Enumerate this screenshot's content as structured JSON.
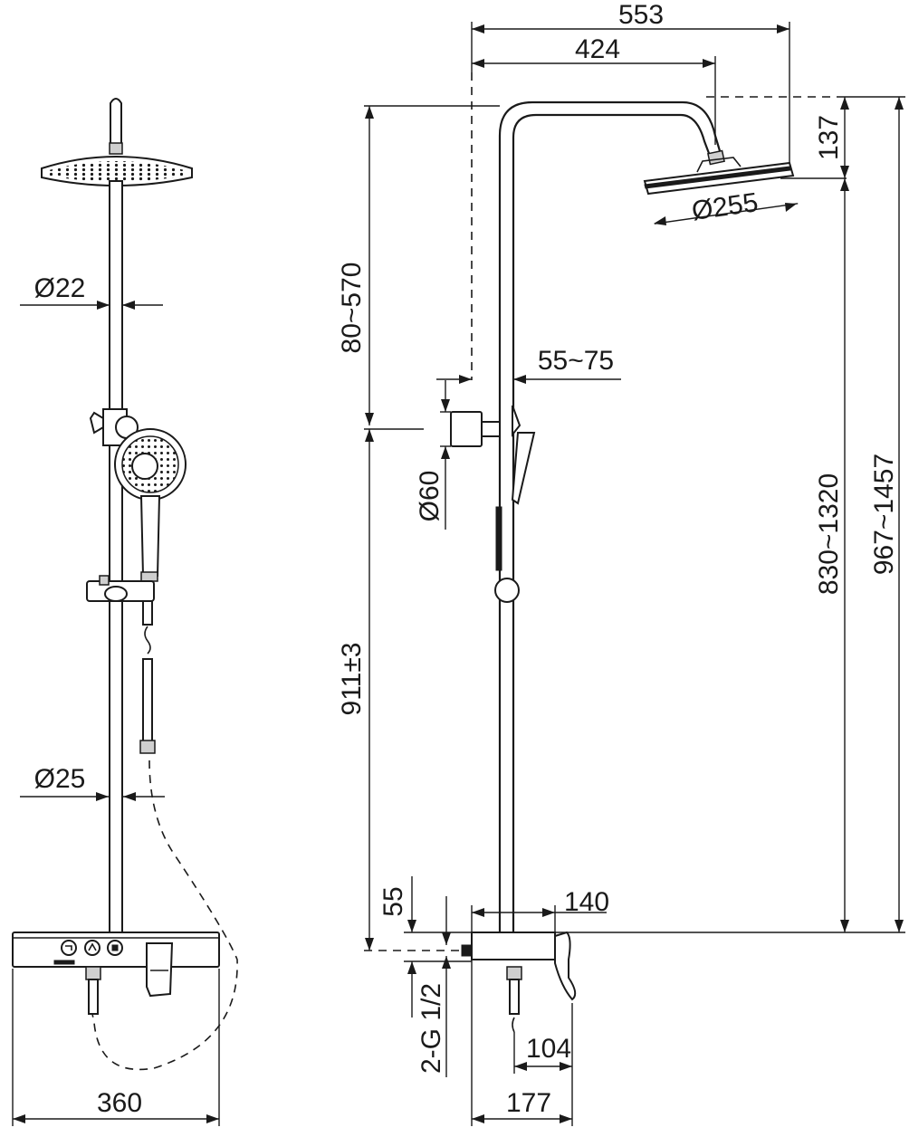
{
  "front_view": {
    "rod_diameter_label": "Ø22",
    "lower_rod_diameter_label": "Ø25",
    "width_label": "360"
  },
  "side_view": {
    "overall_width_label": "553",
    "head_reach_label": "424",
    "head_height_label": "137",
    "head_diameter_label": "Ø255",
    "adjust_top_label": "80~570",
    "wall_offset_label": "55~75",
    "bracket_diameter_label": "Ø60",
    "center_height_label": "911±3",
    "rod_height_label": "830~1320",
    "total_height_label": "967~1457",
    "body_height_label": "55",
    "body_depth_label": "140",
    "inlet_thread_label": "2-G 1/2",
    "spout_label": "104",
    "base_depth_label": "177"
  }
}
